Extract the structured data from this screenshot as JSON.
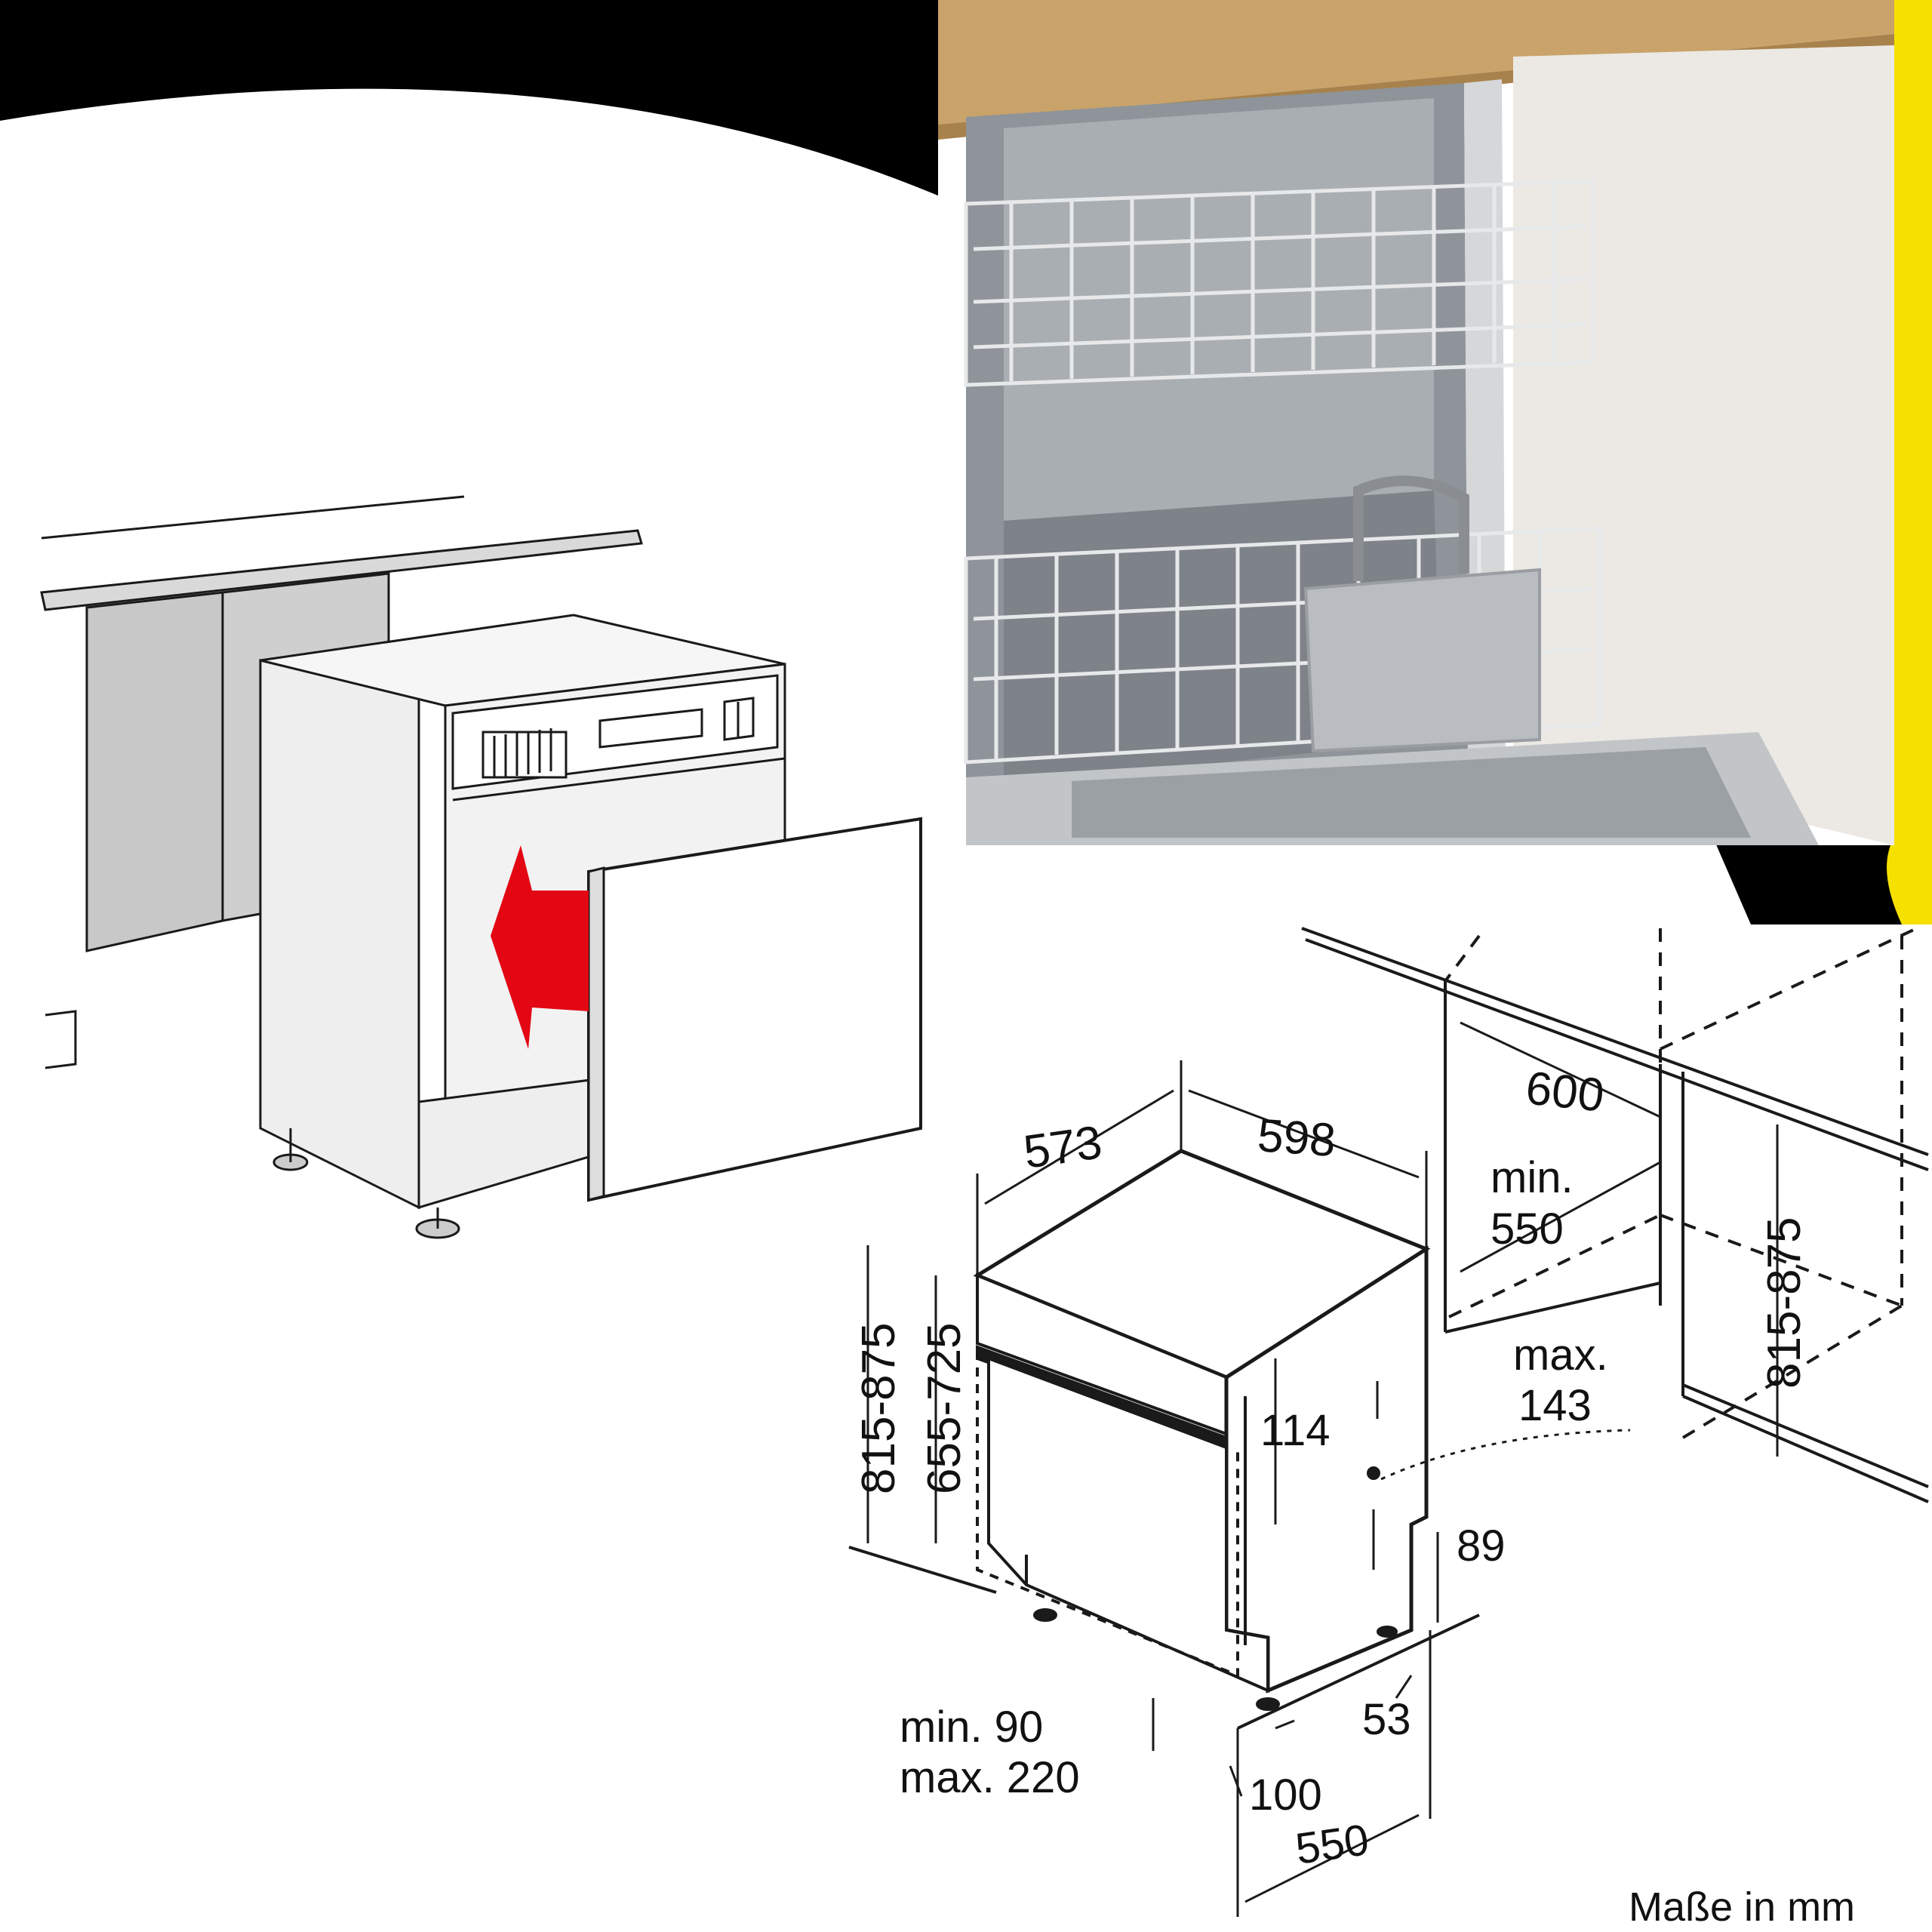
{
  "colors": {
    "black_band": "#000000",
    "accent_yellow": "#f5e000",
    "arrow_red": "#e30613",
    "countertop_wood": "#c9a36a",
    "tub_steel": "#8e9499",
    "cabinet_white": "#ece9e4",
    "line": "#1a1a1a"
  },
  "illustration": {
    "panels": [
      {
        "name": "installation-sketch",
        "content": "line drawing of a semi-integrated dishwasher being fitted under a countertop, red arrow pushing the furniture door panel onto the front"
      },
      {
        "name": "interior-photo",
        "content": "open built-in dishwasher with upper and lower wire racks and cutlery basket under a wooden worktop"
      },
      {
        "name": "dimension-drawing",
        "content": "dimensioned installation drawing of the appliance and niche"
      }
    ]
  },
  "dimensions": {
    "depth_top": "573",
    "width_top": "598",
    "niche_width": "600",
    "niche_min_label": "min.",
    "niche_min_value": "550",
    "height_right": "815-875",
    "height_left_outer": "815-875",
    "height_left_inner": "655-725",
    "panel_max_label": "max.",
    "panel_max_value": "143",
    "control_height": "114",
    "plinth_gap": "89",
    "foot_offset": "53",
    "plinth_min": "min. 90",
    "plinth_max": "max. 220",
    "plinth_depth": "100",
    "niche_depth": "550"
  },
  "caption": "Maße in mm"
}
